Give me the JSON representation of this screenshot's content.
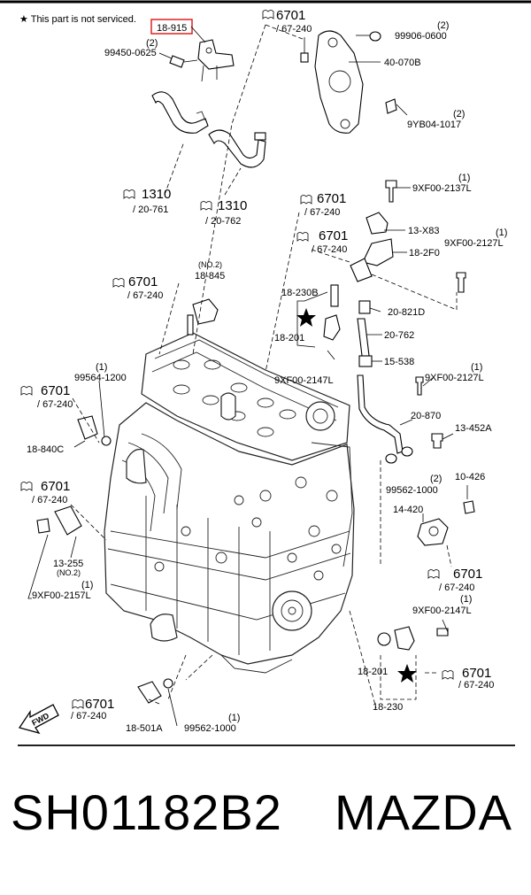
{
  "header": {
    "note": "★ This part is not serviced.",
    "highlighted_part": "18-915"
  },
  "labels": {
    "p18_915": "18-915",
    "p99450_0625_qty": "(2)",
    "p99450_0625": "99450-0625",
    "ref6701_top": "6701",
    "ref67_240_top": "/ 67-240",
    "p99906_0600_qty": "(2)",
    "p99906_0600": "99906-0600",
    "p40_070B": "40-070B",
    "p9YB04_1017_qty": "(2)",
    "p9YB04_1017": "9YB04-1017",
    "ref1310_a": "1310",
    "ref20_761": "/ 20-761",
    "ref1310_b": "1310",
    "ref20_762_a": "/ 20-762",
    "p9XF00_2137L_qty": "(1)",
    "p9XF00_2137L": "9XF00-2137L",
    "ref6701_b": "6701",
    "ref67_240_b": "/ 67-240",
    "p13_X83": "13-X83",
    "ref6701_c": "6701",
    "ref67_240_c": "/ 67-240",
    "p9XF00_2127L_a_qty": "(1)",
    "p9XF00_2127L_a": "9XF00-2127L",
    "p18_2F0": "18-2F0",
    "p18_845_qty": "(NO.2)",
    "p18_845": "18-845",
    "ref6701_d": "6701",
    "ref67_240_d": "/ 67-240",
    "p18_230B": "18-230B",
    "p20_821D": "20-821D",
    "p18_201_a": "18-201",
    "p20_762_b": "20-762",
    "p15_538": "15-538",
    "p99564_1200_qty": "(1)",
    "p99564_1200": "99564-1200",
    "p9XF00_2147L_a": "9XF00-2147L",
    "p9XF00_2127L_b_qty": "(1)",
    "p9XF00_2127L_b": "9XF00-2127L",
    "ref6701_e": "6701",
    "ref67_240_e": "/ 67-240",
    "p20_870": "20-870",
    "p13_452A": "13-452A",
    "p18_840C": "18-840C",
    "p99562_1000_a_qty": "(2)",
    "p99562_1000_a": "99562-1000",
    "p10_426": "10-426",
    "ref6701_f": "6701",
    "ref67_240_f": "/ 67-240",
    "p14_420": "14-420",
    "p13_255": "13-255",
    "p13_255_qty": "(NO.2)",
    "p9XF00_2157L_qty": "(1)",
    "p9XF00_2157L": "9XF00-2157L",
    "ref6701_g": "6701",
    "ref67_240_g": "/ 67-240",
    "p9XF00_2147L_b_qty": "(1)",
    "p9XF00_2147L_b": "9XF00-2147L",
    "p18_201_b": "18-201",
    "ref6701_h": "6701",
    "ref67_240_h": "/ 67-240",
    "ref6701_i": "6701",
    "ref67_240_i": "/ 67-240",
    "p18_230": "18-230",
    "p18_501A": "18-501A",
    "p99562_1000_b_qty": "(1)",
    "p99562_1000_b": "99562-1000",
    "fwd": "FWD"
  },
  "caption": {
    "part_number": "SH01182B2",
    "make": "MAZDA"
  },
  "colors": {
    "highlight": "#e02020",
    "line": "#000000",
    "background": "#ffffff"
  },
  "icons": [
    "star-icon",
    "book-reference-icon",
    "fwd-arrow-icon"
  ]
}
